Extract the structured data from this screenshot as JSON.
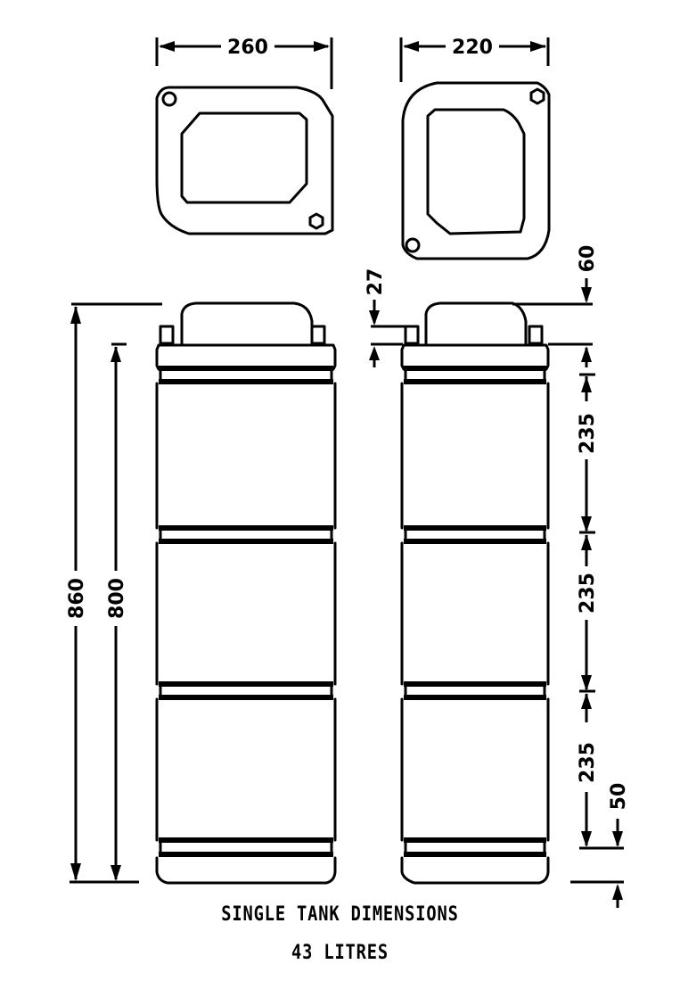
{
  "drawing": {
    "title": "SINGLE TANK DIMENSIONS",
    "subtitle": "43 LITRES",
    "line_color": "#000000",
    "background": "#ffffff"
  },
  "top_views": [
    {
      "name": "left-top-view",
      "width_label": "260"
    },
    {
      "name": "right-top-view",
      "width_label": "220"
    }
  ],
  "side_views": {
    "left": {
      "overall_height_label": "860",
      "body_height_label": "800"
    },
    "right": {
      "cap_offset_label": "27",
      "cap_height_label": "60",
      "section_labels": [
        "235",
        "235",
        "235"
      ],
      "base_label": "50"
    }
  }
}
